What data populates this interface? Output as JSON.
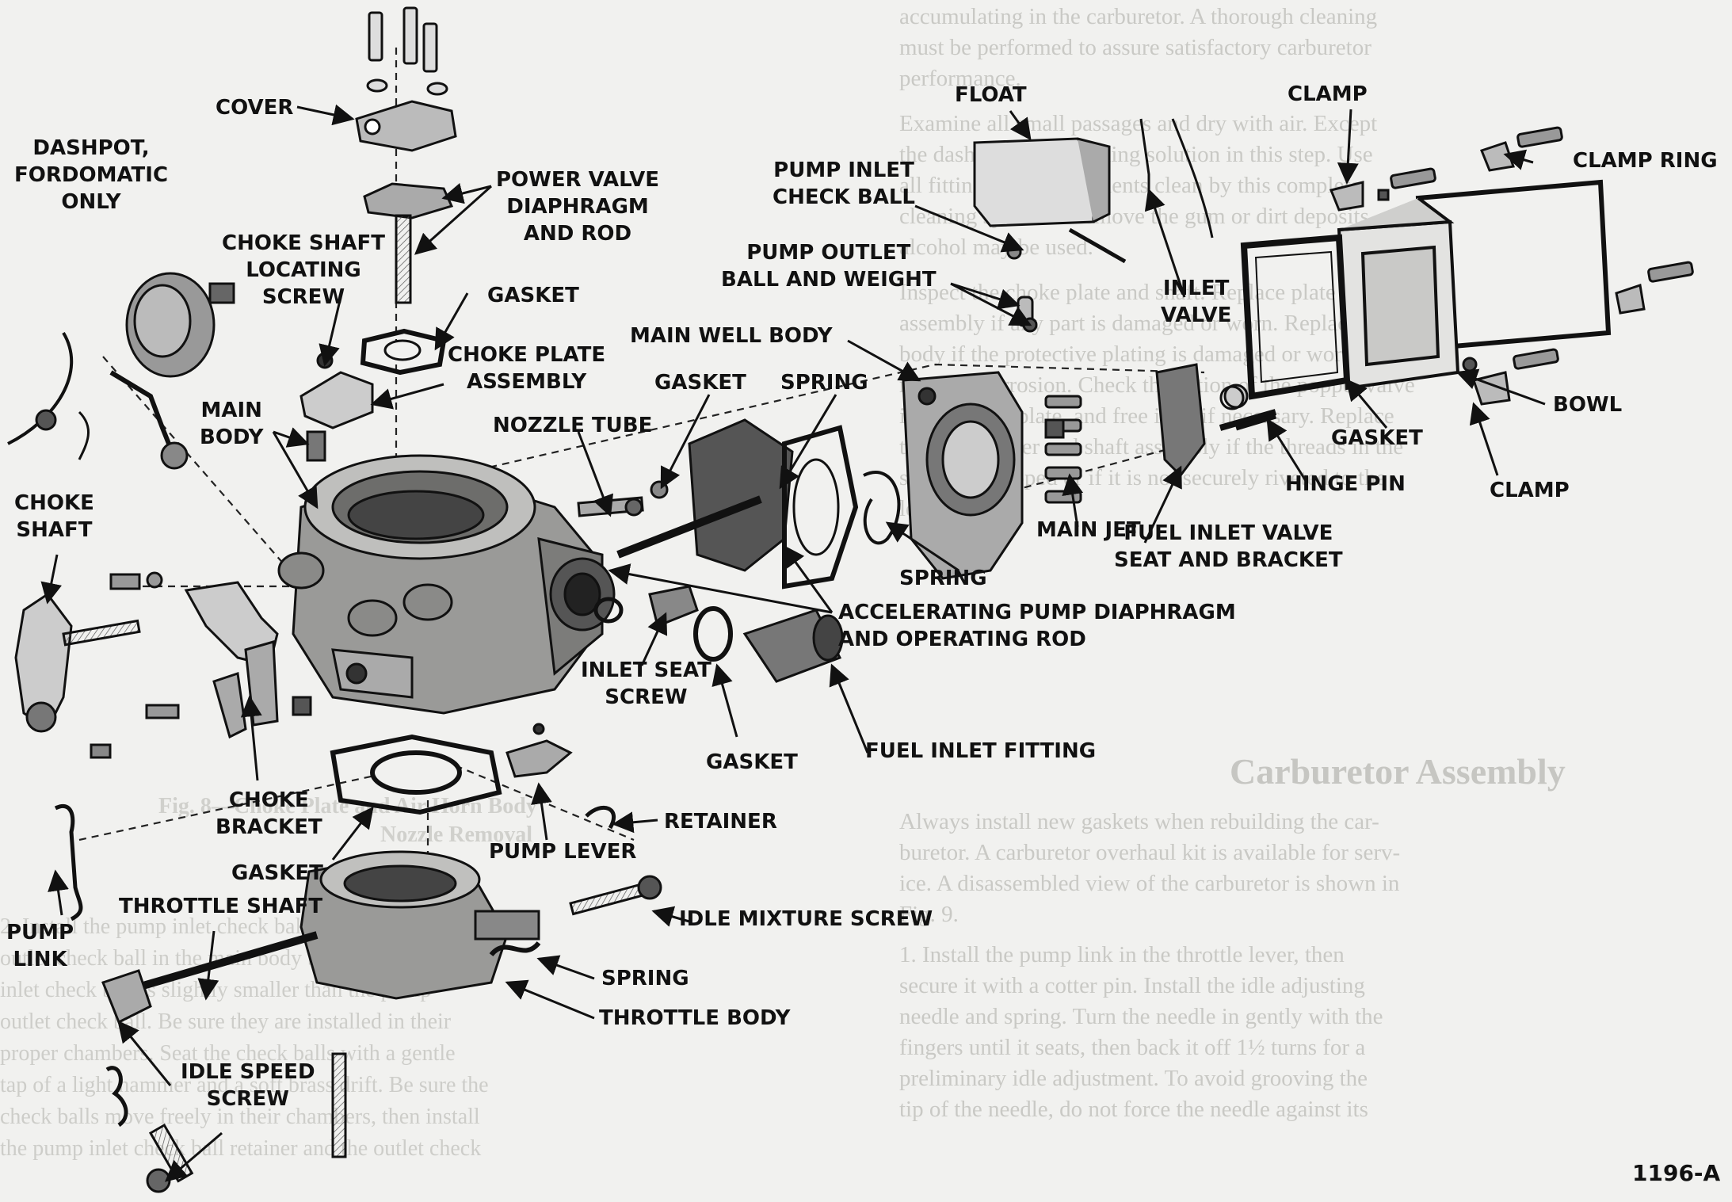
{
  "figure_number": "1196-A",
  "labels": {
    "cover": "COVER",
    "dashpot": "DASHPOT,\nFORDOMATIC\nONLY",
    "power_valve": "POWER VALVE\nDIAPHRAGM\nAND ROD",
    "choke_shaft_locating_screw": "CHOKE SHAFT\nLOCATING\nSCREW",
    "gasket_top": "GASKET",
    "choke_plate_assembly": "CHOKE PLATE\nASSEMBLY",
    "main_body": "MAIN\nBODY",
    "choke_shaft": "CHOKE\nSHAFT",
    "nozzle_tube": "NOZZLE TUBE",
    "gasket_mid": "GASKET",
    "spring_upper": "SPRING",
    "main_well_body": "MAIN WELL BODY",
    "pump_inlet_check_ball": "PUMP INLET\nCHECK BALL",
    "pump_outlet_ball": "PUMP OUTLET\nBALL AND WEIGHT",
    "float": "FLOAT",
    "inlet_valve": "INLET\nVALVE",
    "clamp_top": "CLAMP",
    "clamp_ring": "CLAMP RING",
    "bowl": "BOWL",
    "gasket_bowl": "GASKET",
    "clamp_bottom": "CLAMP",
    "hinge_pin": "HINGE PIN",
    "main_jet": "MAIN JET",
    "fuel_inlet_valve": "FUEL INLET VALVE\nSEAT AND BRACKET",
    "spring_mid": "SPRING",
    "accelerating_pump": "ACCELERATING PUMP DIAPHRAGM\nAND OPERATING ROD",
    "inlet_seat_screw": "INLET SEAT\nSCREW",
    "gasket_inlet": "GASKET",
    "fuel_inlet_fitting": "FUEL INLET FITTING",
    "choke_bracket": "CHOKE\nBRACKET",
    "retainer": "RETAINER",
    "pump_lever": "PUMP LEVER",
    "gasket_lower": "GASKET",
    "pump_link": "PUMP\nLINK",
    "throttle_shaft": "THROTTLE SHAFT",
    "idle_mixture_screw": "IDLE MIXTURE SCREW",
    "spring_lower": "SPRING",
    "throttle_body": "THROTTLE BODY",
    "idle_speed_screw": "IDLE SPEED\nSCREW"
  },
  "background_text": {
    "right_upper": [
      "accumulating in the carburetor. A thorough cleaning",
      "must be performed to assure satisfactory carburetor",
      "performance.",
      "Examine all small passages and dry with air. Except",
      "the dashpot use a cleaning solution in this step. Use",
      "all fittings and components clean by this complete",
      "cleaning system to remove the gum or dirt deposits",
      "alcohol may be used.",
      "Inspect the choke plate and shaft. Replace plate",
      "assembly if any part is damaged or worn. Replace",
      "body if the protective plating is damaged or worn",
      "metal to corrosion. Check the action of the poppet valve",
      "in the choke plate, and free it up if necessary. Replace",
      "the choke lever and shaft assembly if the threads in the",
      "shaft are stripped or if it is not securely riveted to the",
      "lever."
    ],
    "heading": "Carburetor Assembly",
    "right_lower": [
      "Always install new gaskets when rebuilding the car-",
      "buretor. A carburetor overhaul kit is available for serv-",
      "ice. A disassembled view of the carburetor is shown in",
      "Fig. 9.",
      "1. Install the pump link in the throttle lever, then",
      "secure it with a cotter pin. Install the idle adjusting",
      "needle and spring. Turn the needle in gently with the",
      "fingers until it seats, then back it off 1½ turns for a",
      "preliminary idle adjustment. To avoid grooving the",
      "tip of the needle, do not force the needle against its"
    ],
    "caption": [
      "Fig. 8—Choke Plate and Air Horn Body",
      "Nozzle Removal"
    ],
    "left_lower": [
      "2. Install the pump inlet check ball, and the pump",
      "outlet check ball in the main body bore. The pump",
      "inlet check ball is slightly smaller than the pump",
      "outlet check ball. Be sure they are installed in their",
      "proper chambers. Seat the check balls with a gentle",
      "tap of a light hammer and a soft brass drift. Be sure the",
      "check balls move freely in their chambers, then install",
      "the pump inlet check ball retainer and the outlet check"
    ]
  }
}
